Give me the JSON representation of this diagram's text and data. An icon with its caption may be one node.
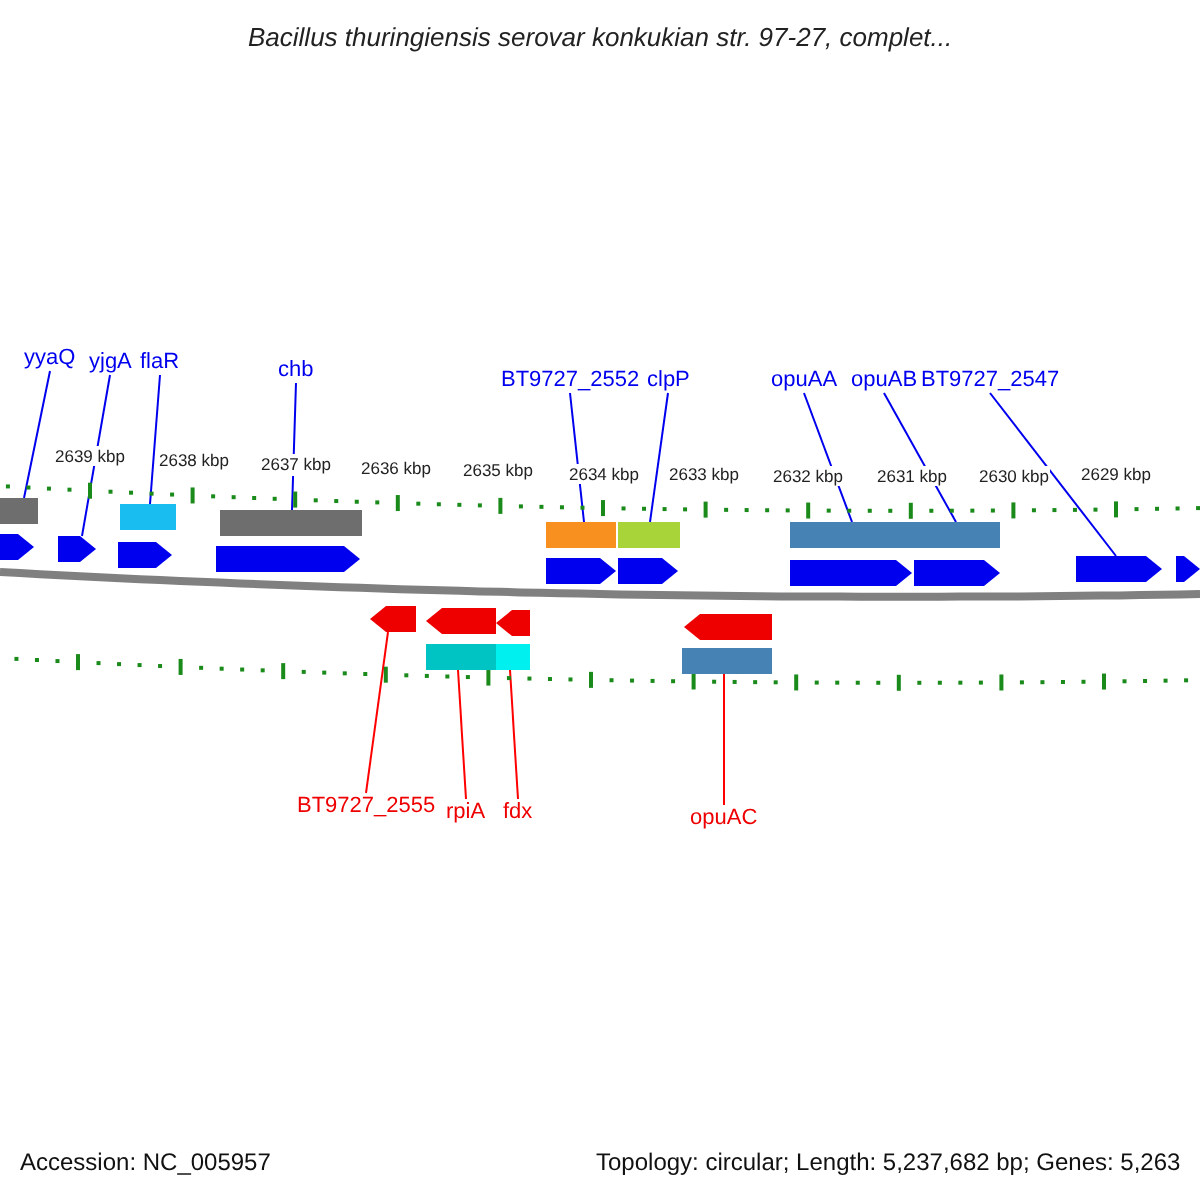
{
  "diagram": {
    "title": "Bacillus thuringiensis serovar konkukian str. 97-27, complet...",
    "nodes": [
      {
        "text": [
          "yyaQ"
        ]
      },
      {
        "text": [
          "yjgA"
        ]
      },
      {
        "text": [
          "flaR"
        ]
      },
      {
        "text": [
          "chb"
        ]
      },
      {
        "text": [
          "BT9727_2552"
        ]
      },
      {
        "text": [
          "clpP"
        ]
      },
      {
        "text": [
          "opuAA"
        ]
      },
      {
        "text": [
          "opuAB"
        ]
      },
      {
        "text": [
          "BT9727_2547"
        ]
      },
      {
        "text": [
          "BT9727_2555"
        ]
      },
      {
        "text": [
          "rpiA"
        ]
      },
      {
        "text": [
          "fdx"
        ]
      },
      {
        "text": [
          "opuAC"
        ]
      },
      {
        "text": [],
        "shape": "bar"
      },
      {
        "text": [],
        "shape": "bar"
      },
      {
        "text": [],
        "shape": "bar"
      },
      {
        "text": [],
        "shape": "bar"
      },
      {
        "text": [],
        "shape": "bar"
      },
      {
        "text": [],
        "shape": "bar"
      },
      {
        "text": [],
        "shape": "pentagon"
      },
      {
        "text": [],
        "shape": "pentagon"
      },
      {
        "text": [],
        "shape": "pentagon"
      },
      {
        "text": [],
        "shape": "pentagon"
      },
      {
        "text": [],
        "shape": "pentagon"
      },
      {
        "text": [],
        "shape": "pentagon"
      },
      {
        "text": [],
        "shape": "pentagon"
      },
      {
        "text": [],
        "shape": "pentagon"
      },
      {
        "text": [],
        "shape": "pentagon"
      },
      {
        "text": [],
        "shape": "pentagon"
      },
      {
        "text": [],
        "shape": "pentagon"
      },
      {
        "text": [],
        "shape": "pentagon"
      },
      {
        "text": [],
        "shape": "pentagon"
      },
      {
        "text": [],
        "shape": "pentagon"
      },
      {
        "text": [],
        "shape": "bar"
      },
      {
        "text": [],
        "shape": "bar"
      },
      {
        "text": [],
        "shape": "bar"
      }
    ],
    "edges": [
      {
        "from": 0,
        "to": 13,
        "arrow": "none"
      },
      {
        "from": 1,
        "to": 20,
        "arrow": "none"
      },
      {
        "from": 2,
        "to": 14,
        "arrow": "none"
      },
      {
        "from": 3,
        "to": 15,
        "arrow": "none"
      },
      {
        "from": 4,
        "to": 16,
        "arrow": "none"
      },
      {
        "from": 5,
        "to": 17,
        "arrow": "none"
      },
      {
        "from": 6,
        "to": 18,
        "arrow": "none"
      },
      {
        "from": 7,
        "to": 18,
        "arrow": "none"
      },
      {
        "from": 8,
        "to": 27,
        "arrow": "none"
      },
      {
        "from": 9,
        "to": 29,
        "arrow": "none",
        "color": "#ff0000"
      },
      {
        "from": 10,
        "to": 33,
        "arrow": "none",
        "color": "#ff0000"
      },
      {
        "from": 11,
        "to": 34,
        "arrow": "none",
        "color": "#ff0000"
      },
      {
        "from": 12,
        "to": 35,
        "arrow": "none",
        "color": "#ff0000"
      }
    ],
    "labels": [
      "2639 kbp",
      "2638 kbp",
      "2637 kbp",
      "2636 kbp",
      "2635 kbp",
      "2634 kbp",
      "2633 kbp",
      "2632 kbp",
      "2631 kbp",
      "2630 kbp",
      "2629 kbp",
      "Accession: NC_005957",
      "Topology: circular; Length: 5,237,682 bp; Genes: 5,263"
    ]
  }
}
